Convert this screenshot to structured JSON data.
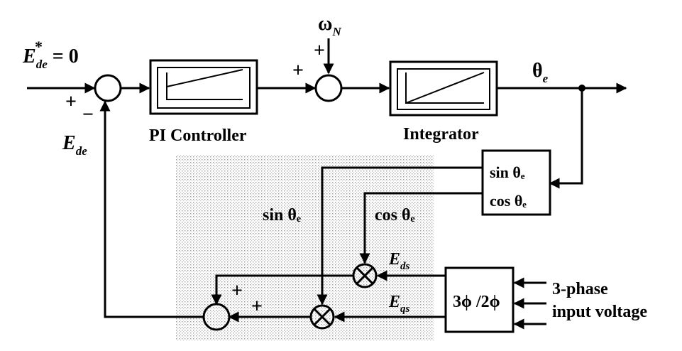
{
  "labels": {
    "ref_var": "E",
    "ref_star": "*",
    "ref_sub": "de",
    "ref_eq": " = 0",
    "sum1_plus": "+",
    "sum1_minus": "−",
    "feedback_var": "E",
    "feedback_sub": "de",
    "pi_label": "PI Controller",
    "omega": "ω",
    "omega_sub": "N",
    "sum2_plus_top": "+",
    "sum2_plus_left": "+",
    "integrator_label": "Integrator",
    "theta_out": "θ",
    "theta_sub": "e",
    "sincos_top": "sin θₑ",
    "sincos_bottom": "cos θₑ",
    "sin_signal": "sin θₑ",
    "cos_signal": "cos θₑ",
    "eds_var": "E",
    "eds_sub": "ds",
    "eqs_var": "E",
    "eqs_sub": "qs",
    "transform": "3ϕ /2ϕ",
    "input_line1": "3-phase",
    "input_line2": "input voltage",
    "sum3_plus_top": "+",
    "sum3_plus_right": "+"
  }
}
